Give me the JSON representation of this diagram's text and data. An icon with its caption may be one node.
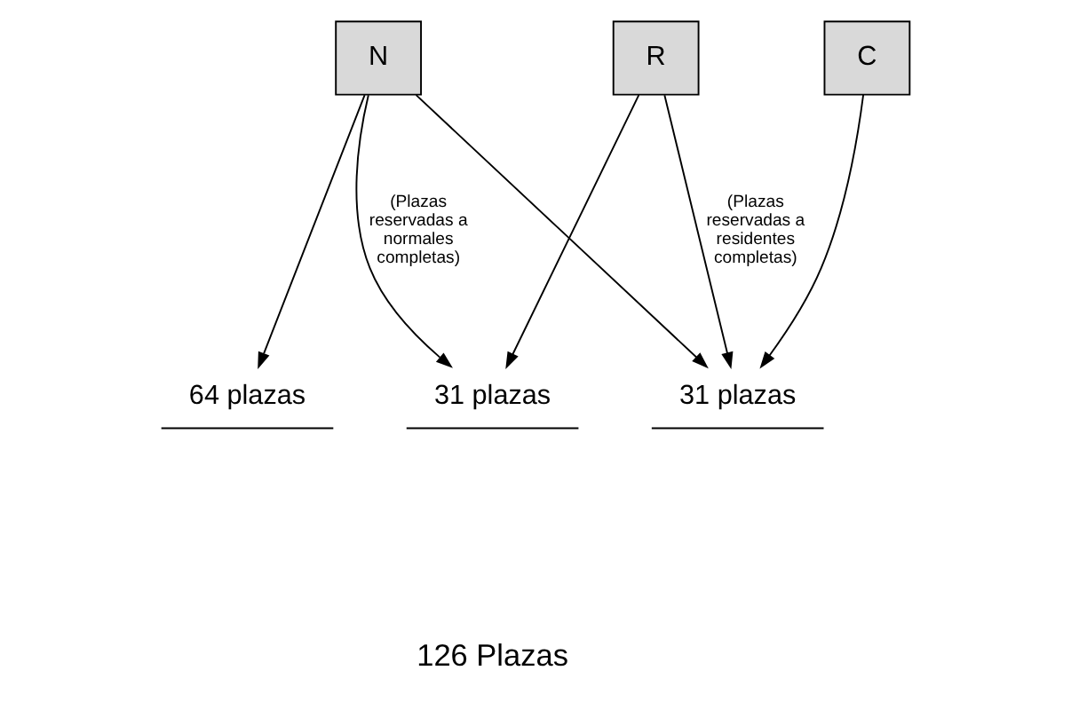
{
  "diagram": {
    "nodes": [
      {
        "text": [
          "N"
        ]
      },
      {
        "text": [
          "R"
        ]
      },
      {
        "text": [
          "C"
        ]
      },
      {
        "text": [
          "64 plazas"
        ]
      },
      {
        "text": [
          "31 plazas"
        ]
      },
      {
        "text": [
          "31 plazas"
        ]
      }
    ],
    "edges": [
      {
        "from": 0,
        "to": 3,
        "arrow": "to"
      },
      {
        "from": 0,
        "to": 4,
        "arrow": "to",
        "label": "(Plazas reservadas a normales completas)"
      },
      {
        "from": 0,
        "to": 5,
        "arrow": "to"
      },
      {
        "from": 1,
        "to": 4,
        "arrow": "to"
      },
      {
        "from": 1,
        "to": 5,
        "arrow": "to",
        "label": "(Plazas reservadas a residentes completas)"
      },
      {
        "from": 2,
        "to": 5,
        "arrow": "to"
      }
    ],
    "labels": [
      "126 Plazas"
    ]
  }
}
